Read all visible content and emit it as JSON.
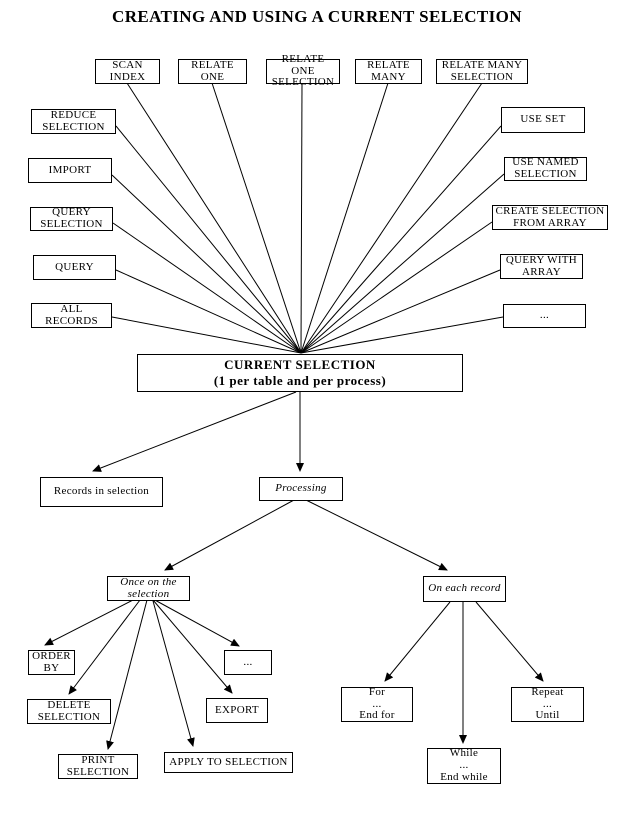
{
  "title": "CREATING AND USING A CURRENT SELECTION",
  "diagram_type": "flowchart",
  "colors": {
    "background": "#ffffff",
    "line": "#000000",
    "text": "#000000",
    "box_border": "#000000",
    "box_fill": "#ffffff"
  },
  "nodes": {
    "scan_index": "SCAN\nINDEX",
    "relate_one": "RELATE\nONE",
    "relate_one_selection": "RELATE ONE\nSELECTION",
    "relate_many": "RELATE\nMANY",
    "relate_many_selection": "RELATE MANY\nSELECTION",
    "reduce_selection": "REDUCE\nSELECTION",
    "import": "IMPORT",
    "query_selection": "QUERY\nSELECTION",
    "query": "QUERY",
    "all_records": "ALL RECORDS",
    "use_set": "USE SET",
    "use_named_selection": "USE NAMED\nSELECTION",
    "create_selection_from_array": "CREATE SELECTION\nFROM ARRAY",
    "query_with_array": "QUERY WITH\nARRAY",
    "more_sources": "...",
    "current_selection": "CURRENT SELECTION\n(1 per table and per process)",
    "records_in_selection": "Records in selection",
    "processing": "Processing",
    "once_on_selection": "Once on the\nselection",
    "on_each_record": "On each record",
    "order_by": "ORDER\nBY",
    "delete_selection": "DELETE\nSELECTION",
    "print_selection": "PRINT\nSELECTION",
    "more_once_ops": "...",
    "export": "EXPORT",
    "apply_to_selection": "APPLY TO SELECTION",
    "for_loop": "For\n...\nEnd for",
    "while_loop": "While\n...\nEnd while",
    "repeat_loop": "Repeat\n...\nUntil"
  }
}
